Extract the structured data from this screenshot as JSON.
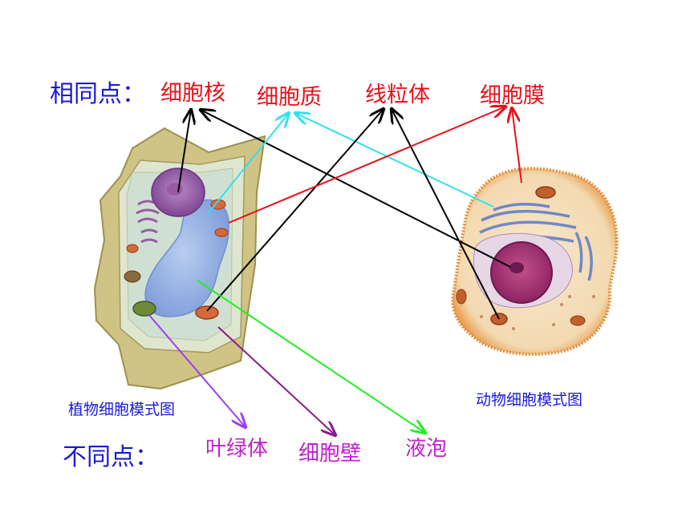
{
  "same": {
    "heading": "相同点：",
    "items": [
      "细胞核",
      "细胞质",
      "线粒体",
      "细胞膜"
    ]
  },
  "diff": {
    "heading": "不同点：",
    "items": [
      "叶绿体",
      "细胞壁",
      "液泡"
    ]
  },
  "captions": {
    "plant": "植物细胞模式图",
    "animal": "动物细胞模式图"
  },
  "colors": {
    "heading": "#1a1ad6",
    "same_label": "#e8101a",
    "diff_label": "#c020d0",
    "nucleus_arrow": "#000000",
    "cytoplasm_arrow": "#33e0f0",
    "mitochondria_arrow": "#000000",
    "membrane_arrow": "#e8101a",
    "chloroplast_arrow": "#9b40f0",
    "cellwall_arrow": "#8a1a8a",
    "vacuole_arrow": "#22ee22"
  }
}
